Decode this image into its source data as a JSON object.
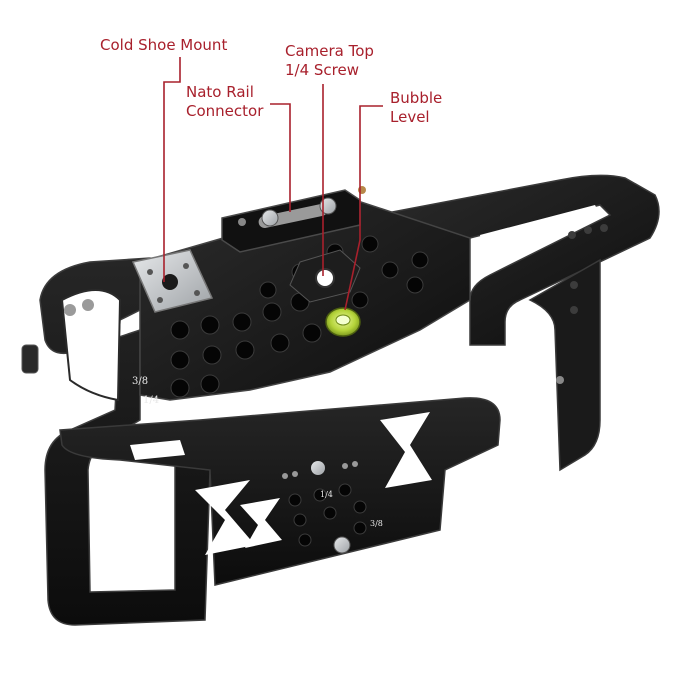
{
  "colors": {
    "callout": "#a8202c",
    "metal_dark": "#151515",
    "metal_mid": "#2a2a2a",
    "metal_edge": "#4a4a4a",
    "silver": "#c9ccd0",
    "bubble": "#b7d43a",
    "brass": "#b7884a"
  },
  "callouts": {
    "cold_shoe": "Cold Shoe Mount",
    "nato_rail": "Nato Rail\nConnector",
    "camera_top": "Camera Top\n1/4 Screw",
    "bubble_level": "Bubble\nLevel"
  },
  "engravings": {
    "side_38": "3/8",
    "side_14": "1/4",
    "bottom_14": "1/4",
    "bottom_38": "3/8"
  },
  "icons": {
    "cage": "camera-cage-illustration"
  }
}
